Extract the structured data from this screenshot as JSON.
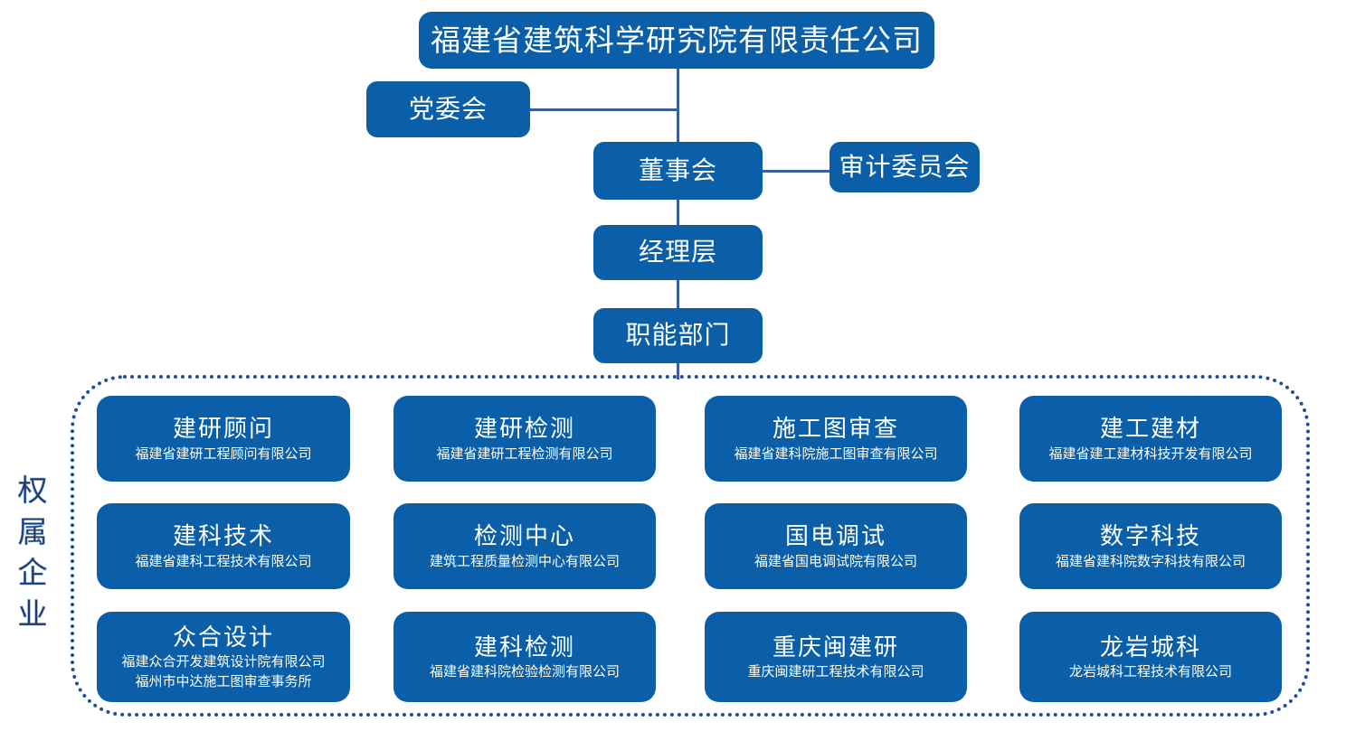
{
  "chart_data": {
    "type": "diagram",
    "subtype": "organization-chart",
    "title": "福建省建筑科学研究院有限责任公司 组织架构图",
    "colors": {
      "box_fill": "#0a5fa8",
      "box_text": "#ffffff",
      "connector": "#3a5ca0",
      "group_border": "#1f4e96",
      "group_label_text": "#1f3864",
      "background": "#ffffff"
    },
    "nodes": [
      {
        "id": "root",
        "label": "福建省建筑科学研究院有限责任公司",
        "level": 0
      },
      {
        "id": "party",
        "label": "党委会",
        "level": 1
      },
      {
        "id": "board",
        "label": "董事会",
        "level": 1
      },
      {
        "id": "audit",
        "label": "审计委员会",
        "level": 2
      },
      {
        "id": "mgmt",
        "label": "经理层",
        "level": 2
      },
      {
        "id": "dept",
        "label": "职能部门",
        "level": 3
      }
    ],
    "edges": [
      {
        "from": "root",
        "to": "party"
      },
      {
        "from": "root",
        "to": "board"
      },
      {
        "from": "board",
        "to": "audit"
      },
      {
        "from": "board",
        "to": "mgmt"
      },
      {
        "from": "mgmt",
        "to": "dept"
      },
      {
        "from": "dept",
        "to": "affiliates-group"
      }
    ],
    "group_label": "权属企业",
    "affiliate_count": 12
  },
  "hierarchy": {
    "root": {
      "label": "福建省建筑科学研究院有限责任公司"
    },
    "party_committee": {
      "label": "党委会"
    },
    "board": {
      "label": "董事会"
    },
    "audit_committee": {
      "label": "审计委员会"
    },
    "management": {
      "label": "经理层"
    },
    "departments": {
      "label": "职能部门"
    }
  },
  "group": {
    "label_chars": [
      "权",
      "属",
      "企",
      "业"
    ],
    "label_text": "权属企业"
  },
  "affiliates": [
    {
      "title": "建研顾问",
      "subtitles": [
        "福建省建研工程顾问有限公司"
      ]
    },
    {
      "title": "建研检测",
      "subtitles": [
        "福建省建研工程检测有限公司"
      ]
    },
    {
      "title": "施工图审查",
      "subtitles": [
        "福建省建科院施工图审查有限公司"
      ]
    },
    {
      "title": "建工建材",
      "subtitles": [
        "福建省建工建材科技开发有限公司"
      ]
    },
    {
      "title": "建科技术",
      "subtitles": [
        "福建省建科工程技术有限公司"
      ]
    },
    {
      "title": "检测中心",
      "subtitles": [
        "建筑工程质量检测中心有限公司"
      ]
    },
    {
      "title": "国电调试",
      "subtitles": [
        "福建省国电调试院有限公司"
      ]
    },
    {
      "title": "数字科技",
      "subtitles": [
        "福建省建科院数字科技有限公司"
      ]
    },
    {
      "title": "众合设计",
      "subtitles": [
        "福建众合开发建筑设计院有限公司",
        "福州市中达施工图审查事务所"
      ]
    },
    {
      "title": "建科检测",
      "subtitles": [
        "福建省建科院检验检测有限公司"
      ]
    },
    {
      "title": "重庆闽建研",
      "subtitles": [
        "重庆闽建研工程技术有限公司"
      ]
    },
    {
      "title": "龙岩城科",
      "subtitles": [
        "龙岩城科工程技术有限公司"
      ]
    }
  ]
}
